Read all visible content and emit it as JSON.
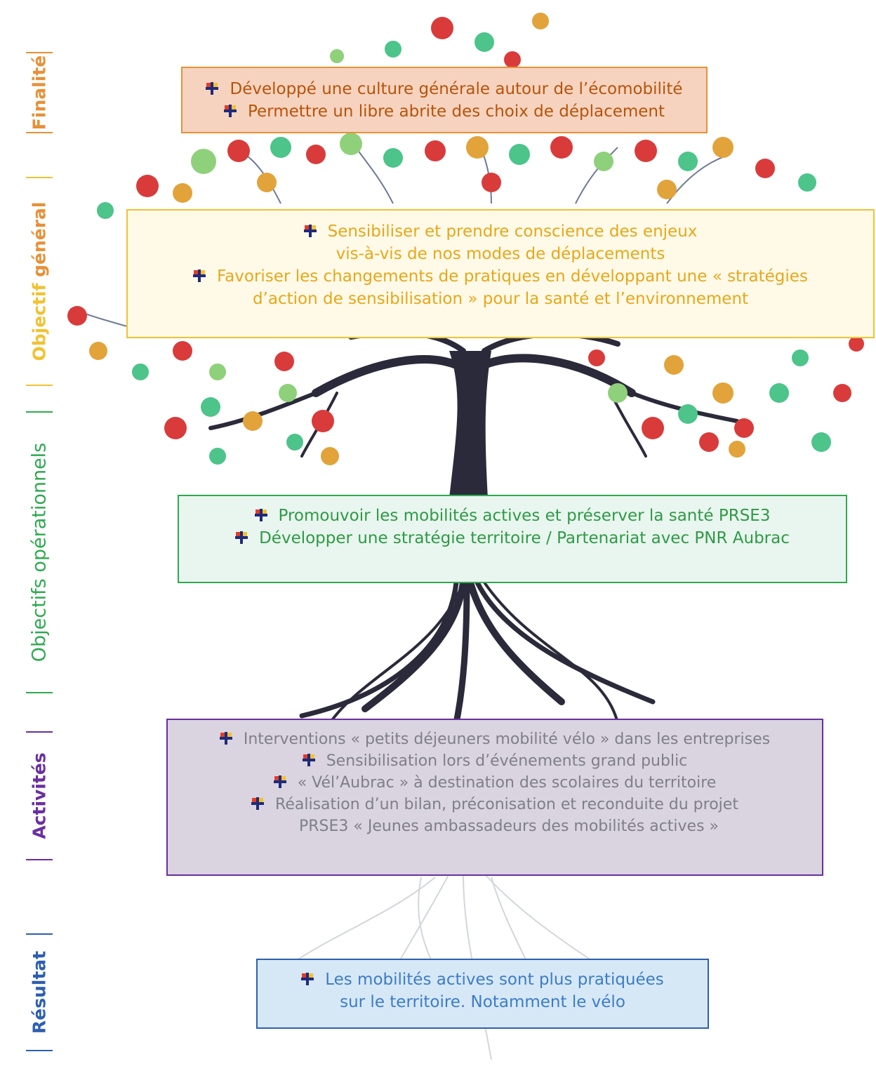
{
  "side_labels": {
    "finalite": "Finalité",
    "objectif_general_a": "Objectif ",
    "objectif_general_b": "général",
    "objectifs_operationnels": "Objectifs opérationnels",
    "activites": "Activités",
    "resultat": "Résultat"
  },
  "boxes": {
    "finalite": {
      "lines": [
        "Développé une culture générale autour de l’écomobilité",
        "Permettre un libre abrite des choix de déplacement"
      ]
    },
    "objectif_general": {
      "lines": [
        "Sensibiliser et prendre conscience des enjeux",
        "vis-à-vis de nos modes de déplacements",
        "Favoriser les changements de pratiques en développant une « stratégies",
        "d’action de sensibilisation » pour la santé et l’environnement"
      ]
    },
    "objectifs_operationnels": {
      "lines": [
        "Promouvoir les mobilités actives et préserver la santé PRSE3",
        "Développer une stratégie territoire / Partenariat avec PNR Aubrac"
      ]
    },
    "activites": {
      "lines": [
        "Interventions « petits déjeuners mobilité vélo » dans les entreprises",
        "Sensibilisation lors d’événements grand public",
        "« Vél’Aubrac » à destination des scolaires du territoire",
        "Réalisation d’un bilan, préconisation et reconduite du projet",
        "PRSE3 « Jeunes ambassadeurs des mobilités actives »"
      ]
    },
    "resultat": {
      "lines": [
        "Les mobilités actives sont plus pratiquées",
        "sur le territoire. Notamment le vélo"
      ]
    }
  },
  "colors": {
    "finalite": "#e69138",
    "objectif_general": "#f1c232",
    "objectifs_operationnels": "#2eaa4f",
    "activites": "#6a2fa0",
    "resultat": "#2e5fb0",
    "trunk": "#2b2a3a"
  }
}
